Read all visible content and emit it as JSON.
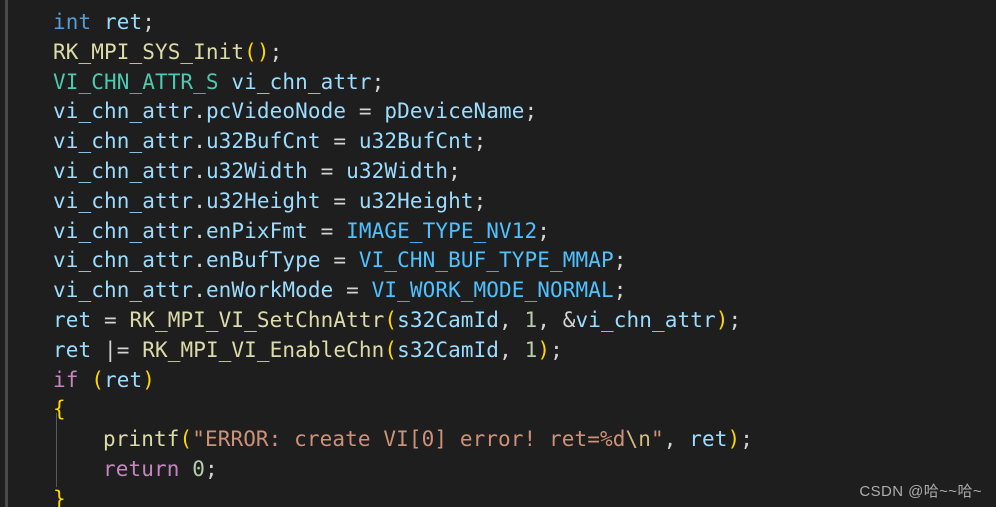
{
  "editor": {
    "theme": "vscode-dark-plus",
    "language": "c",
    "background": "#1e1e1e",
    "colors": {
      "keyword": "#569cd6",
      "control": "#c586c0",
      "type": "#4ec9b0",
      "function": "#dcdcaa",
      "variable": "#9cdcfe",
      "constant": "#4fc1ff",
      "number": "#b5cea8",
      "string": "#ce9178",
      "escape": "#d7ba7d",
      "plain": "#d4d4d4",
      "bracket": "#ffd700",
      "indent_guide": "#5a5a5a",
      "border_rule": "#4a4a4a"
    }
  },
  "code": {
    "lines": [
      {
        "indent": 0,
        "tokens": [
          {
            "t": "int",
            "c": "keyword"
          },
          {
            "t": " ",
            "c": "plain"
          },
          {
            "t": "ret",
            "c": "var"
          },
          {
            "t": ";",
            "c": "plain"
          }
        ]
      },
      {
        "indent": 0,
        "tokens": [
          {
            "t": "RK_MPI_SYS_Init",
            "c": "func"
          },
          {
            "t": "(",
            "c": "bracket"
          },
          {
            "t": ")",
            "c": "bracket"
          },
          {
            "t": ";",
            "c": "plain"
          }
        ]
      },
      {
        "indent": 0,
        "tokens": [
          {
            "t": "VI_CHN_ATTR_S",
            "c": "type"
          },
          {
            "t": " ",
            "c": "plain"
          },
          {
            "t": "vi_chn_attr",
            "c": "var"
          },
          {
            "t": ";",
            "c": "plain"
          }
        ]
      },
      {
        "indent": 0,
        "tokens": [
          {
            "t": "vi_chn_attr",
            "c": "var"
          },
          {
            "t": ".",
            "c": "plain"
          },
          {
            "t": "pcVideoNode",
            "c": "var"
          },
          {
            "t": " = ",
            "c": "op"
          },
          {
            "t": "pDeviceName",
            "c": "var"
          },
          {
            "t": ";",
            "c": "plain"
          }
        ]
      },
      {
        "indent": 0,
        "tokens": [
          {
            "t": "vi_chn_attr",
            "c": "var"
          },
          {
            "t": ".",
            "c": "plain"
          },
          {
            "t": "u32BufCnt",
            "c": "var"
          },
          {
            "t": " = ",
            "c": "op"
          },
          {
            "t": "u32BufCnt",
            "c": "var"
          },
          {
            "t": ";",
            "c": "plain"
          }
        ]
      },
      {
        "indent": 0,
        "tokens": [
          {
            "t": "vi_chn_attr",
            "c": "var"
          },
          {
            "t": ".",
            "c": "plain"
          },
          {
            "t": "u32Width",
            "c": "var"
          },
          {
            "t": " = ",
            "c": "op"
          },
          {
            "t": "u32Width",
            "c": "var"
          },
          {
            "t": ";",
            "c": "plain"
          }
        ]
      },
      {
        "indent": 0,
        "tokens": [
          {
            "t": "vi_chn_attr",
            "c": "var"
          },
          {
            "t": ".",
            "c": "plain"
          },
          {
            "t": "u32Height",
            "c": "var"
          },
          {
            "t": " = ",
            "c": "op"
          },
          {
            "t": "u32Height",
            "c": "var"
          },
          {
            "t": ";",
            "c": "plain"
          }
        ]
      },
      {
        "indent": 0,
        "tokens": [
          {
            "t": "vi_chn_attr",
            "c": "var"
          },
          {
            "t": ".",
            "c": "plain"
          },
          {
            "t": "enPixFmt",
            "c": "var"
          },
          {
            "t": " = ",
            "c": "op"
          },
          {
            "t": "IMAGE_TYPE_NV12",
            "c": "const"
          },
          {
            "t": ";",
            "c": "plain"
          }
        ]
      },
      {
        "indent": 0,
        "tokens": [
          {
            "t": "vi_chn_attr",
            "c": "var"
          },
          {
            "t": ".",
            "c": "plain"
          },
          {
            "t": "enBufType",
            "c": "var"
          },
          {
            "t": " = ",
            "c": "op"
          },
          {
            "t": "VI_CHN_BUF_TYPE_MMAP",
            "c": "const"
          },
          {
            "t": ";",
            "c": "plain"
          }
        ]
      },
      {
        "indent": 0,
        "tokens": [
          {
            "t": "vi_chn_attr",
            "c": "var"
          },
          {
            "t": ".",
            "c": "plain"
          },
          {
            "t": "enWorkMode",
            "c": "var"
          },
          {
            "t": " = ",
            "c": "op"
          },
          {
            "t": "VI_WORK_MODE_NORMAL",
            "c": "const"
          },
          {
            "t": ";",
            "c": "plain"
          }
        ]
      },
      {
        "indent": 0,
        "tokens": [
          {
            "t": "ret",
            "c": "var"
          },
          {
            "t": " = ",
            "c": "op"
          },
          {
            "t": "RK_MPI_VI_SetChnAttr",
            "c": "func"
          },
          {
            "t": "(",
            "c": "bracket"
          },
          {
            "t": "s32CamId",
            "c": "var"
          },
          {
            "t": ", ",
            "c": "plain"
          },
          {
            "t": "1",
            "c": "number"
          },
          {
            "t": ", ",
            "c": "plain"
          },
          {
            "t": "&",
            "c": "plain"
          },
          {
            "t": "vi_chn_attr",
            "c": "var"
          },
          {
            "t": ")",
            "c": "bracket"
          },
          {
            "t": ";",
            "c": "plain"
          }
        ]
      },
      {
        "indent": 0,
        "tokens": [
          {
            "t": "ret",
            "c": "var"
          },
          {
            "t": " ",
            "c": "plain"
          },
          {
            "t": "|=",
            "c": "op"
          },
          {
            "t": " ",
            "c": "plain"
          },
          {
            "t": "RK_MPI_VI_EnableChn",
            "c": "func"
          },
          {
            "t": "(",
            "c": "bracket"
          },
          {
            "t": "s32CamId",
            "c": "var"
          },
          {
            "t": ", ",
            "c": "plain"
          },
          {
            "t": "1",
            "c": "number"
          },
          {
            "t": ")",
            "c": "bracket"
          },
          {
            "t": ";",
            "c": "plain"
          }
        ]
      },
      {
        "indent": 0,
        "tokens": [
          {
            "t": "if",
            "c": "control"
          },
          {
            "t": " ",
            "c": "plain"
          },
          {
            "t": "(",
            "c": "bracket"
          },
          {
            "t": "ret",
            "c": "var"
          },
          {
            "t": ")",
            "c": "bracket"
          }
        ]
      },
      {
        "indent": 0,
        "tokens": [
          {
            "t": "{",
            "c": "bracket"
          }
        ]
      },
      {
        "indent": 1,
        "tokens": [
          {
            "t": "printf",
            "c": "func"
          },
          {
            "t": "(",
            "c": "bracket"
          },
          {
            "t": "\"ERROR: create VI[0] error! ret=%d",
            "c": "string"
          },
          {
            "t": "\\n",
            "c": "escape"
          },
          {
            "t": "\"",
            "c": "string"
          },
          {
            "t": ", ",
            "c": "plain"
          },
          {
            "t": "ret",
            "c": "var"
          },
          {
            "t": ")",
            "c": "bracket"
          },
          {
            "t": ";",
            "c": "plain"
          }
        ]
      },
      {
        "indent": 1,
        "tokens": [
          {
            "t": "return",
            "c": "control"
          },
          {
            "t": " ",
            "c": "plain"
          },
          {
            "t": "0",
            "c": "number"
          },
          {
            "t": ";",
            "c": "plain"
          }
        ]
      },
      {
        "indent": 0,
        "tokens": [
          {
            "t": "}",
            "c": "bracket"
          }
        ]
      }
    ],
    "plain_text": "int ret;\nRK_MPI_SYS_Init();\nVI_CHN_ATTR_S vi_chn_attr;\nvi_chn_attr.pcVideoNode = pDeviceName;\nvi_chn_attr.u32BufCnt = u32BufCnt;\nvi_chn_attr.u32Width = u32Width;\nvi_chn_attr.u32Height = u32Height;\nvi_chn_attr.enPixFmt = IMAGE_TYPE_NV12;\nvi_chn_attr.enBufType = VI_CHN_BUF_TYPE_MMAP;\nvi_chn_attr.enWorkMode = VI_WORK_MODE_NORMAL;\nret = RK_MPI_VI_SetChnAttr(s32CamId, 1, &vi_chn_attr);\nret |= RK_MPI_VI_EnableChn(s32CamId, 1);\nif (ret)\n{\n    printf(\"ERROR: create VI[0] error! ret=%d\\n\", ret);\n    return 0;\n}"
  },
  "watermark": {
    "text": "CSDN @哈~~哈~"
  }
}
